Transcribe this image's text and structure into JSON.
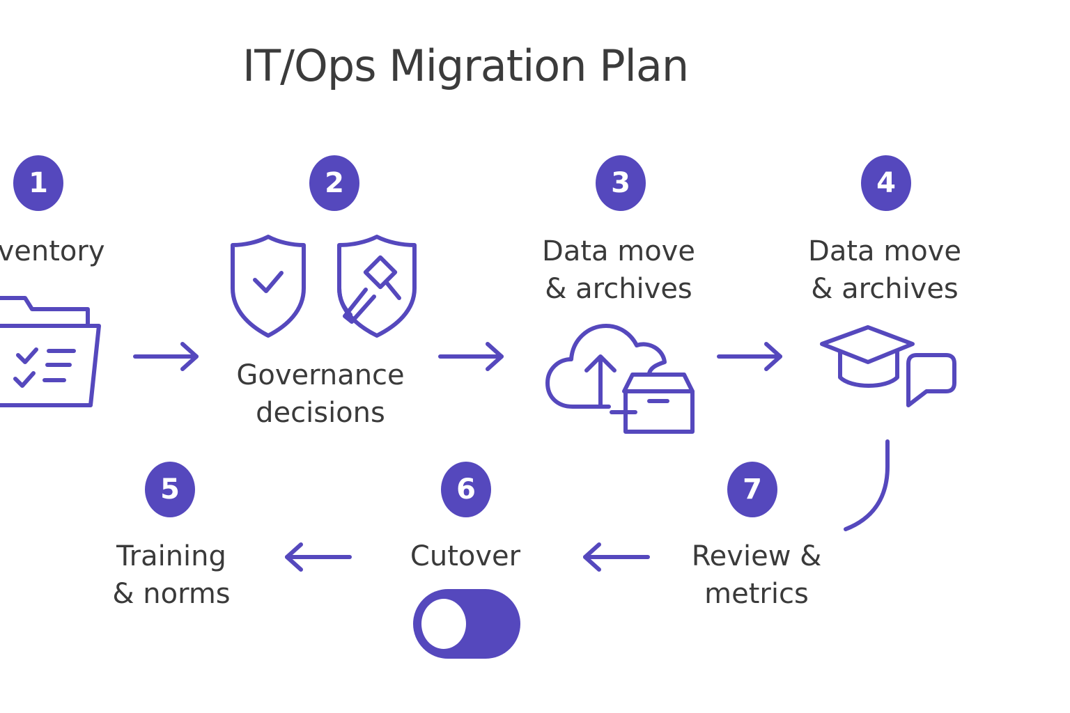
{
  "title": "IT/Ops Migration Plan",
  "accent_color": "#5548bd",
  "steps": [
    {
      "number": "1",
      "label_lines": [
        "Inventory"
      ],
      "icon": "folder-checklist-icon"
    },
    {
      "number": "2",
      "label_lines": [
        "Governance",
        "decisions"
      ],
      "icon": "shield-icons"
    },
    {
      "number": "3",
      "label_lines": [
        "Data move",
        "& archives"
      ],
      "icon": "cloud-archive-icon"
    },
    {
      "number": "4",
      "label_lines": [
        "Data move",
        "& archives"
      ],
      "icon": "graduation-chat-icon"
    },
    {
      "number": "5",
      "label_lines": [
        "Training",
        "& norms"
      ],
      "icon": ""
    },
    {
      "number": "6",
      "label_lines": [
        "Cutover"
      ],
      "icon": "toggle-switch-icon"
    },
    {
      "number": "7",
      "label_lines": [
        "Review &",
        "metrics"
      ],
      "icon": ""
    }
  ]
}
